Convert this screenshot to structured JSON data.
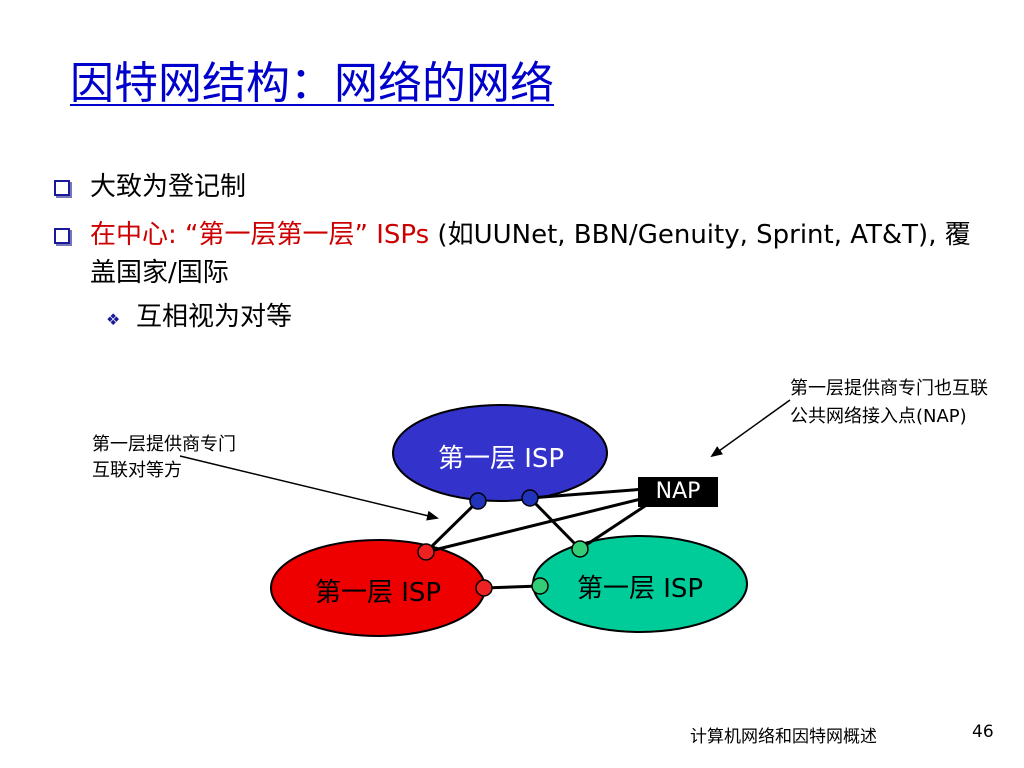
{
  "title": "因特网结构：网络的网络",
  "bullets": {
    "item1": "大致为登记制",
    "item2": {
      "red_part": "在中心: “第一层第一层”  ISPs",
      "black_part": " (如UUNet, BBN/Genuity, Sprint, AT&T), 覆盖国家/国际"
    },
    "sub1": "互相视为对等"
  },
  "diagram": {
    "annotation_left": "第一层提供商专门互联对等方",
    "annotation_right": "第一层提供商专门也互联公共网络接入点(NAP)",
    "isp_top": "第一层 ISP",
    "isp_red": "第一层 ISP",
    "isp_green": "第一层 ISP",
    "nap": "NAP"
  },
  "colors": {
    "title": "#0000cc",
    "highlight_text": "#cc0000",
    "isp_top_fill": "#3333cc",
    "isp_red_fill": "#ee0000",
    "isp_green_fill": "#00cc99",
    "router_blue": "#2233bb",
    "router_red": "#ee2222",
    "router_green": "#33cc77"
  },
  "footer": {
    "text": "计算机网络和因特网概述",
    "page": "46"
  }
}
